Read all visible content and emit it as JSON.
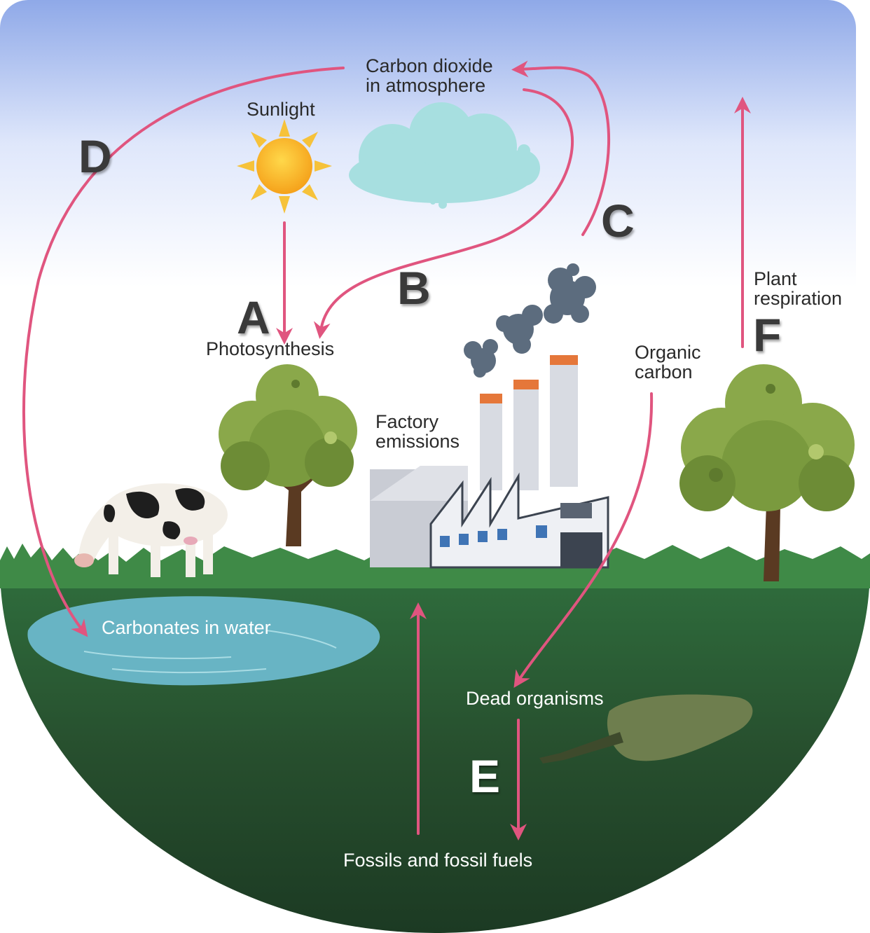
{
  "labels": {
    "co2_line1": "Carbon dioxide",
    "co2_line2": "in atmosphere",
    "sunlight": "Sunlight",
    "photosynthesis": "Photosynthesis",
    "factory_line1": "Factory",
    "factory_line2": "emissions",
    "organic_line1": "Organic",
    "organic_line2": "carbon",
    "plant_resp_line1": "Plant",
    "plant_resp_line2": "respiration",
    "carbonates": "Carbonates in water",
    "dead_organisms": "Dead organisms",
    "fossils": "Fossils and fossil fuels"
  },
  "letters": {
    "a": "A",
    "b": "B",
    "c": "C",
    "d": "D",
    "e": "E",
    "f": "F"
  },
  "colors": {
    "arrow": "#e0557f",
    "ground_top": "#2e6b3c",
    "ground_bottom": "#1d3b24",
    "sky_top": "#8fa9e8",
    "water": "#68b4c4"
  }
}
